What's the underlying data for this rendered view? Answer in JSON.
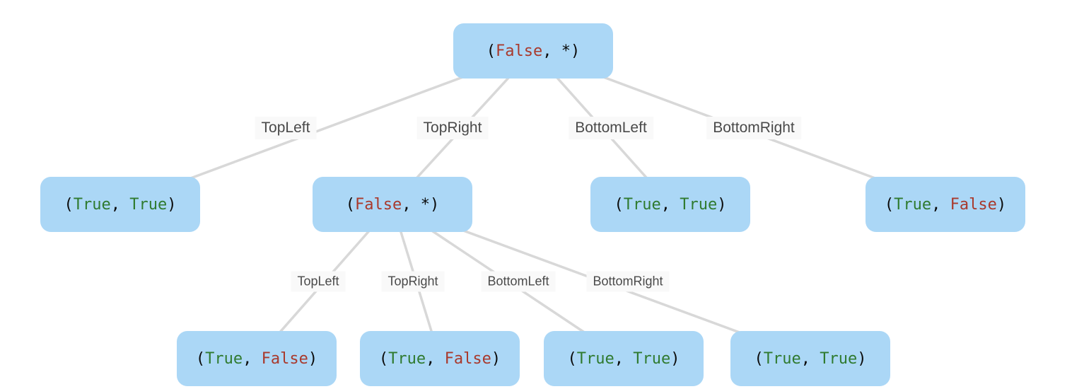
{
  "theme": {
    "background": "#ffffff",
    "node_fill": "#abd7f6",
    "edge_color": "#d8d8d8",
    "edge_label_color": "#4a4a4a",
    "edge_label_bg": "#f9f9f9",
    "color_true": "#2f7a2f",
    "color_false": "#a9392c",
    "color_punct": "#0a0a0a"
  },
  "tree": {
    "root": {
      "value": "(False, *)",
      "tokens": [
        {
          "t": "(",
          "c": "punct"
        },
        {
          "t": "False",
          "c": "false"
        },
        {
          "t": ", ",
          "c": "punct"
        },
        {
          "t": "*",
          "c": "punct"
        },
        {
          "t": ")",
          "c": "punct"
        }
      ]
    },
    "top_left": {
      "value": "(True, True)",
      "tokens": [
        {
          "t": "(",
          "c": "punct"
        },
        {
          "t": "True",
          "c": "true"
        },
        {
          "t": ", ",
          "c": "punct"
        },
        {
          "t": "True",
          "c": "true"
        },
        {
          "t": ")",
          "c": "punct"
        }
      ]
    },
    "top_right": {
      "value": "(False, *)",
      "tokens": [
        {
          "t": "(",
          "c": "punct"
        },
        {
          "t": "False",
          "c": "false"
        },
        {
          "t": ", ",
          "c": "punct"
        },
        {
          "t": "*",
          "c": "punct"
        },
        {
          "t": ")",
          "c": "punct"
        }
      ]
    },
    "bottom_left": {
      "value": "(True, True)",
      "tokens": [
        {
          "t": "(",
          "c": "punct"
        },
        {
          "t": "True",
          "c": "true"
        },
        {
          "t": ", ",
          "c": "punct"
        },
        {
          "t": "True",
          "c": "true"
        },
        {
          "t": ")",
          "c": "punct"
        }
      ]
    },
    "bottom_right": {
      "value": "(True, False)",
      "tokens": [
        {
          "t": "(",
          "c": "punct"
        },
        {
          "t": "True",
          "c": "true"
        },
        {
          "t": ", ",
          "c": "punct"
        },
        {
          "t": "False",
          "c": "false"
        },
        {
          "t": ")",
          "c": "punct"
        }
      ]
    },
    "tr_top_left": {
      "value": "(True, False)",
      "tokens": [
        {
          "t": "(",
          "c": "punct"
        },
        {
          "t": "True",
          "c": "true"
        },
        {
          "t": ", ",
          "c": "punct"
        },
        {
          "t": "False",
          "c": "false"
        },
        {
          "t": ")",
          "c": "punct"
        }
      ]
    },
    "tr_top_right": {
      "value": "(True, False)",
      "tokens": [
        {
          "t": "(",
          "c": "punct"
        },
        {
          "t": "True",
          "c": "true"
        },
        {
          "t": ", ",
          "c": "punct"
        },
        {
          "t": "False",
          "c": "false"
        },
        {
          "t": ")",
          "c": "punct"
        }
      ]
    },
    "tr_bottom_left": {
      "value": "(True, True)",
      "tokens": [
        {
          "t": "(",
          "c": "punct"
        },
        {
          "t": "True",
          "c": "true"
        },
        {
          "t": ", ",
          "c": "punct"
        },
        {
          "t": "True",
          "c": "true"
        },
        {
          "t": ")",
          "c": "punct"
        }
      ]
    },
    "tr_bottom_right": {
      "value": "(True, True)",
      "tokens": [
        {
          "t": "(",
          "c": "punct"
        },
        {
          "t": "True",
          "c": "true"
        },
        {
          "t": ", ",
          "c": "punct"
        },
        {
          "t": "True",
          "c": "true"
        },
        {
          "t": ")",
          "c": "punct"
        }
      ]
    }
  },
  "edge_labels": {
    "level1": {
      "top_left": "TopLeft",
      "top_right": "TopRight",
      "bottom_left": "BottomLeft",
      "bottom_right": "BottomRight"
    },
    "level2": {
      "top_left": "TopLeft",
      "top_right": "TopRight",
      "bottom_left": "BottomLeft",
      "bottom_right": "BottomRight"
    }
  }
}
